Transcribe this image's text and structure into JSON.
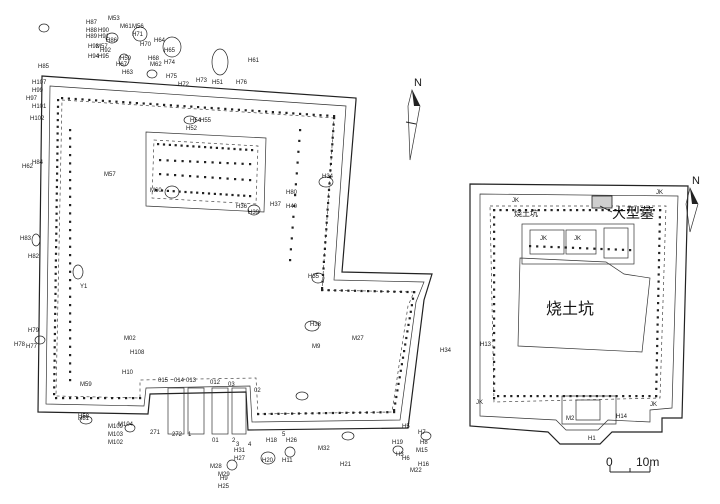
{
  "compass_left": {
    "label": "N"
  },
  "compass_right": {
    "label": "N"
  },
  "scale_bar": {
    "start": "0",
    "end": "10m"
  },
  "right_site": {
    "big_tomb": "大型墓",
    "burnt_pit": "烧土坑",
    "burnt_pit_small": "烧土坑",
    "jk_labels": [
      "JK",
      "JK",
      "JK",
      "JK",
      "JK",
      "JK"
    ],
    "other_labels": [
      "H13",
      "H14",
      "H1",
      "M2"
    ]
  },
  "left_site": {
    "north_cluster": [
      "H87",
      "H88",
      "H90",
      "M53",
      "M56",
      "H89",
      "H91",
      "M61",
      "H93",
      "M57",
      "H92",
      "H71",
      "H86",
      "H94",
      "H95",
      "H70",
      "H64",
      "H65",
      "H59",
      "H68",
      "M62",
      "H67",
      "H63",
      "H74",
      "H75",
      "H61"
    ],
    "north_wall": [
      "H85",
      "H107",
      "H99",
      "H97",
      "H101",
      "H102",
      "H73",
      "H76",
      "H72",
      "H51"
    ],
    "west_wall": [
      "H84",
      "H82",
      "H83",
      "H62",
      "H79",
      "H78",
      "H77"
    ],
    "interior": [
      "H54",
      "H55",
      "H52",
      "M57",
      "M60",
      "H80",
      "H36",
      "H39",
      "H37",
      "H40",
      "H34",
      "H35",
      "H38",
      "M9",
      "M27",
      "M02",
      "H108",
      "H10",
      "M59",
      "H58",
      "M104",
      "H34",
      "Y1"
    ],
    "south_wall": [
      "H81",
      "M109",
      "M103",
      "M102",
      "271",
      "272",
      "1",
      "015",
      "014",
      "013",
      "012",
      "03",
      "02",
      "01",
      "2",
      "3",
      "4",
      "5",
      "H18",
      "H20",
      "H11",
      "H31",
      "H27",
      "M28",
      "M29",
      "H25",
      "H26",
      "H19",
      "M32",
      "H21",
      "H5",
      "H3",
      "H6",
      "H7",
      "H8",
      "M15",
      "M22",
      "H16",
      "H9",
      "M21",
      "H19"
    ]
  }
}
